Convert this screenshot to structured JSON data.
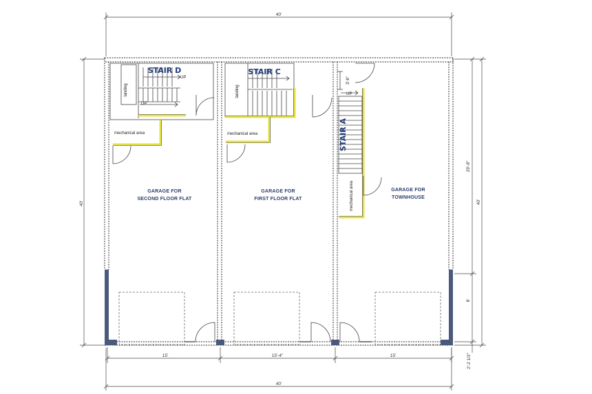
{
  "rooms": {
    "garage_left": [
      "GARAGE FOR",
      "SECOND FLOOR FLAT"
    ],
    "garage_middle": [
      "GARAGE FOR",
      "FIRST FLOOR FLAT"
    ],
    "garage_right": [
      "GARAGE FOR",
      "TOWNHOUSE"
    ]
  },
  "stairs": {
    "d": "STAIR D",
    "c": "STAIR C",
    "a": "STAIR A"
  },
  "labels": {
    "landing": "landing",
    "mechanical": "mechanical area",
    "up": "UP"
  },
  "dimensions": {
    "top": "40'",
    "bottom": "40'",
    "left": "40'",
    "right": "40'",
    "right_upper": "29'-8\"",
    "right_lower": "8'",
    "right_bottom": "2'-2 1/2\"",
    "bay_left": "15'",
    "bay_middle": "15'-4\"",
    "bay_right": "15'",
    "stair_a_offset": "3'-6\""
  },
  "colors": {
    "stair_rail": "#e8e040",
    "wall": "#555555",
    "text": "#2a3a6a",
    "column": "#4a5a7a"
  }
}
